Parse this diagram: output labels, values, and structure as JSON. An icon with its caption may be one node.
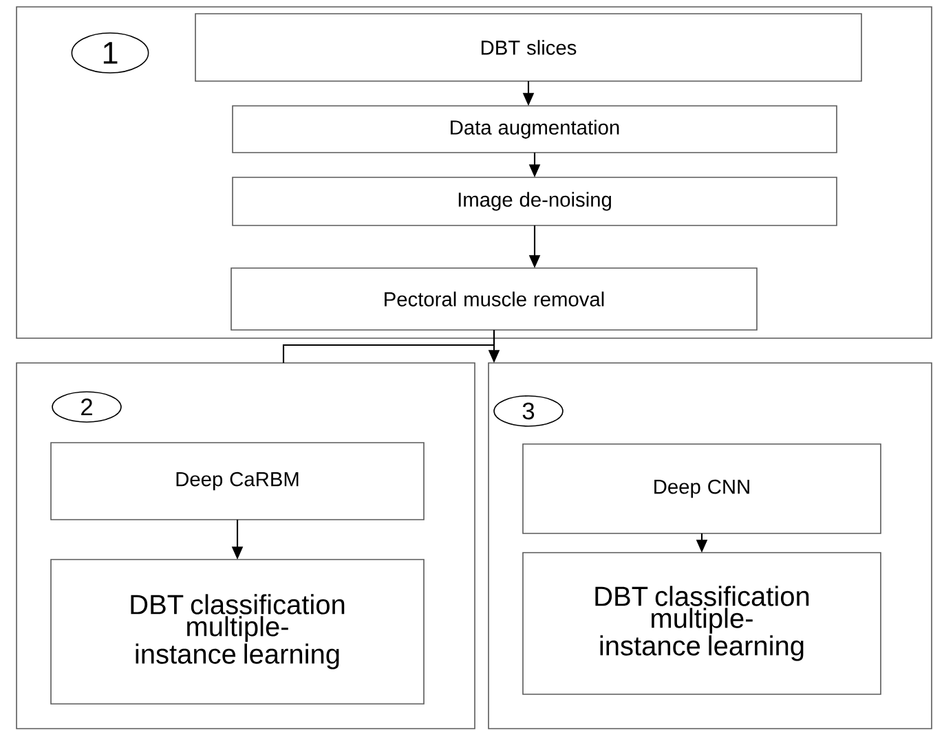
{
  "diagram": {
    "nodes": [
      {
        "text": [],
        "shape": "box"
      },
      {
        "text": [
          "1"
        ],
        "in": 0
      },
      {
        "text": [
          "DBT slices"
        ],
        "in": 0
      },
      {
        "text": [
          "Data augmentation"
        ],
        "in": 0
      },
      {
        "text": [
          "Image de-noising"
        ],
        "in": 0
      },
      {
        "text": [
          "Pectoral muscle removal"
        ],
        "in": 0
      },
      {
        "text": [],
        "shape": "box"
      },
      {
        "text": [
          "2"
        ],
        "in": 6
      },
      {
        "text": [
          "Deep CaRBM"
        ],
        "in": 6
      },
      {
        "text": [
          "DBT classification multiple-instance learning"
        ],
        "in": 6
      },
      {
        "text": [],
        "shape": "box"
      },
      {
        "text": [
          "3"
        ],
        "in": 10
      },
      {
        "text": [
          "Deep CNN"
        ],
        "in": 10
      },
      {
        "text": [
          "DBT classification multiple-instance learning"
        ],
        "in": 10
      }
    ],
    "edges": [
      {
        "from": 2,
        "to": 3,
        "arrow": "to"
      },
      {
        "from": 3,
        "to": 4,
        "arrow": "to"
      },
      {
        "from": 4,
        "to": 5,
        "arrow": "to"
      },
      {
        "from": 5,
        "to": 6,
        "arrow": "none"
      },
      {
        "from": 5,
        "to": 10,
        "arrow": "to"
      },
      {
        "from": 8,
        "to": 9,
        "arrow": "to"
      },
      {
        "from": 12,
        "to": 13,
        "arrow": "to"
      }
    ]
  }
}
